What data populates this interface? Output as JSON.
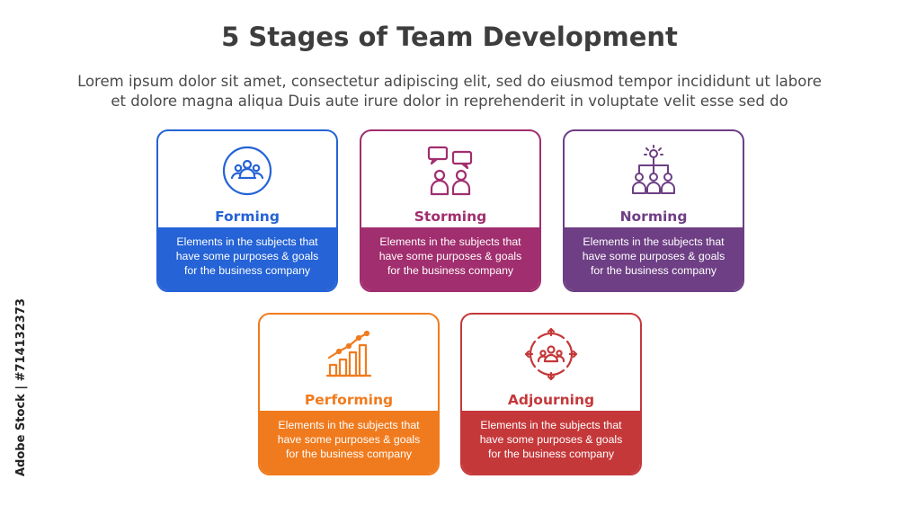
{
  "title": "5 Stages of Team Development",
  "subtitle": {
    "line1": "Lorem ipsum dolor sit amet, consectetur adipiscing elit, sed do eiusmod tempor incididunt ut labore",
    "line2": "et dolore magna aliqua Duis aute irure dolor in reprehenderit in voluptate velit esse sed do"
  },
  "watermark": "Adobe Stock | #714132373",
  "stages": [
    {
      "label": "Forming",
      "color": "#2563d6",
      "icon": "team-circle-icon",
      "desc": [
        "Elements in the subjects that",
        "have  some purposes & goals",
        "for the  business company"
      ]
    },
    {
      "label": "Storming",
      "color": "#a12e6e",
      "icon": "discussion-icon",
      "desc": [
        "Elements in the subjects that",
        "have  some purposes & goals",
        "for the  business company"
      ]
    },
    {
      "label": "Norming",
      "color": "#6e3f84",
      "icon": "hierarchy-icon",
      "desc": [
        "Elements in the subjects that",
        "have  some purposes & goals",
        "for the  business company"
      ]
    },
    {
      "label": "Performing",
      "color": "#f07b1e",
      "icon": "growth-chart-icon",
      "desc": [
        "Elements in the subjects that",
        "have  some purposes & goals",
        "for the  business company"
      ]
    },
    {
      "label": "Adjourning",
      "color": "#c5383a",
      "icon": "dispersal-icon",
      "desc": [
        "Elements in the subjects that",
        "have  some purposes & goals",
        "for the  business company"
      ]
    }
  ]
}
